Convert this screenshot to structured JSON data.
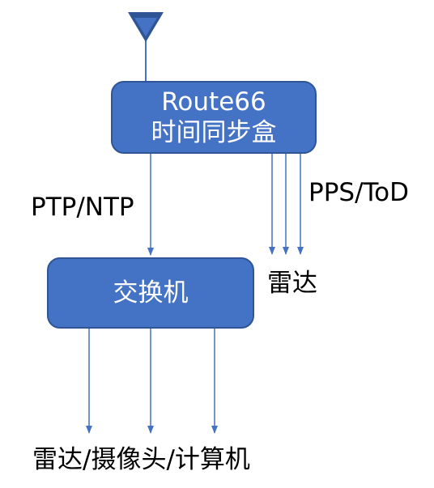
{
  "colors": {
    "box_fill": "#4472c4",
    "box_border": "#2f5597",
    "connector": "#4472c4",
    "antenna": "#2f5597",
    "text": "#000000"
  },
  "icons": {
    "antenna": "antenna-icon"
  },
  "nodes": {
    "sync_box": {
      "line1": "Route66",
      "line2": "时间同步盒"
    },
    "switch": {
      "label": "交换机"
    }
  },
  "edges": {
    "ptp_label": "PTP/NTP",
    "pps_label": "PPS/ToD",
    "radar_label": "雷达",
    "devices_label": "雷达/摄像头/计算机"
  }
}
